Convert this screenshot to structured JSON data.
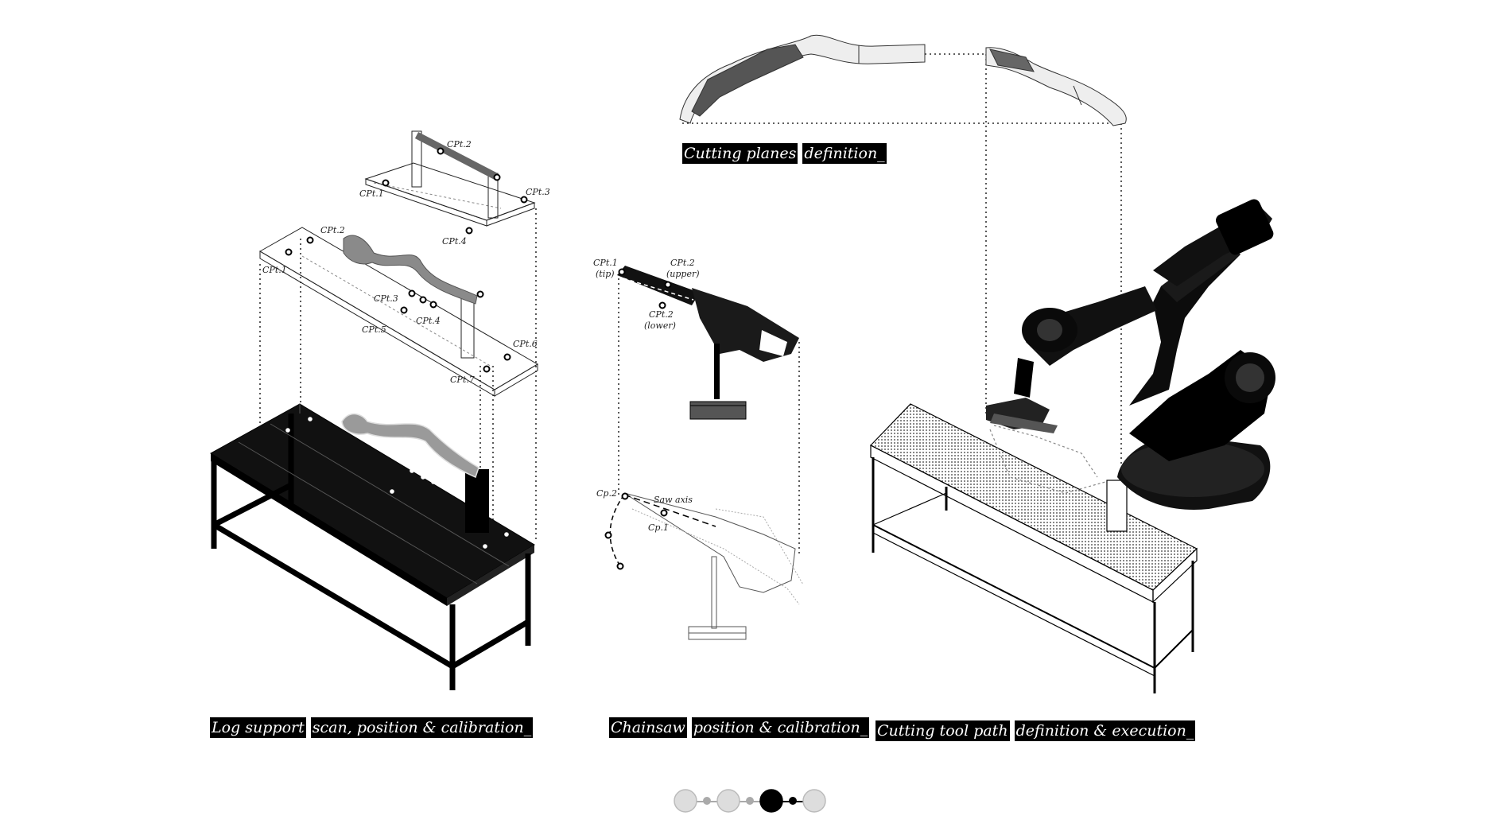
{
  "captions": {
    "cutting_planes": [
      "Cutting planes",
      "definition_"
    ],
    "log_support": [
      "Log support",
      "scan, position & calibration_"
    ],
    "chainsaw": [
      "Chainsaw",
      "position & calibration_"
    ],
    "tool_path": [
      "Cutting tool path",
      "definition & execution_"
    ]
  },
  "labels": {
    "support_top": [
      "CPt.1",
      "CPt.2",
      "CPt.3",
      "CPt.4"
    ],
    "support_mid": [
      "CPt.1",
      "CPt.2",
      "CPt.3",
      "CPt.4",
      "CPt.5",
      "CPt.6",
      "CPt.7"
    ],
    "saw_top": {
      "tip": "CPt.1",
      "tip_note": "(tip)",
      "upper": "CPt.2",
      "upper_note": "(upper)",
      "lower": "CPt.2",
      "lower_note": "(lower)"
    },
    "saw_bottom": {
      "cp2": "Cp.2",
      "cp1": "Cp.1",
      "axis": "Saw axis"
    }
  },
  "pager": {
    "count": 4,
    "active_index": 2
  },
  "colors": {
    "ink": "#000000",
    "caption_bg": "#000000",
    "caption_text": "#ffffff",
    "inactive_dot": "#cccccc"
  }
}
